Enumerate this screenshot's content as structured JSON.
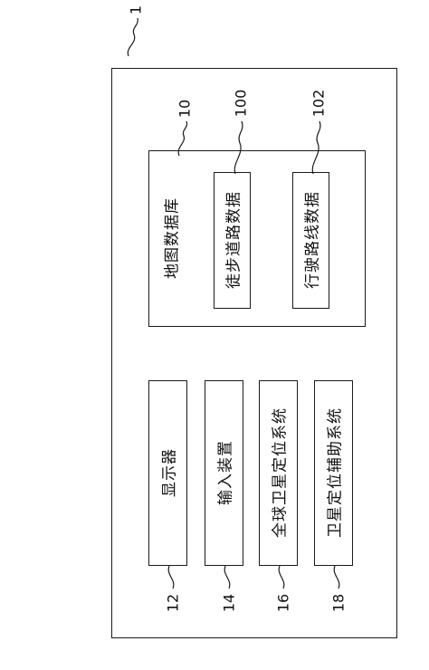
{
  "diagram": {
    "system": {
      "ref": "1"
    },
    "map_database": {
      "label": "地图数据库",
      "ref": "10",
      "walking_road_data": {
        "label": "徒步道路数据",
        "ref": "100"
      },
      "driving_route_data": {
        "label": "行驶路线数据",
        "ref": "102"
      }
    },
    "display": {
      "label": "显示器",
      "ref": "12"
    },
    "input_device": {
      "label": "输入装置",
      "ref": "14"
    },
    "gps": {
      "label": "全球卫星定位系统",
      "ref": "16"
    },
    "satellite_aux": {
      "label": "卫星定位辅助系统",
      "ref": "18"
    },
    "colors": {
      "line": "#1a1a1a",
      "background": "#ffffff"
    }
  }
}
